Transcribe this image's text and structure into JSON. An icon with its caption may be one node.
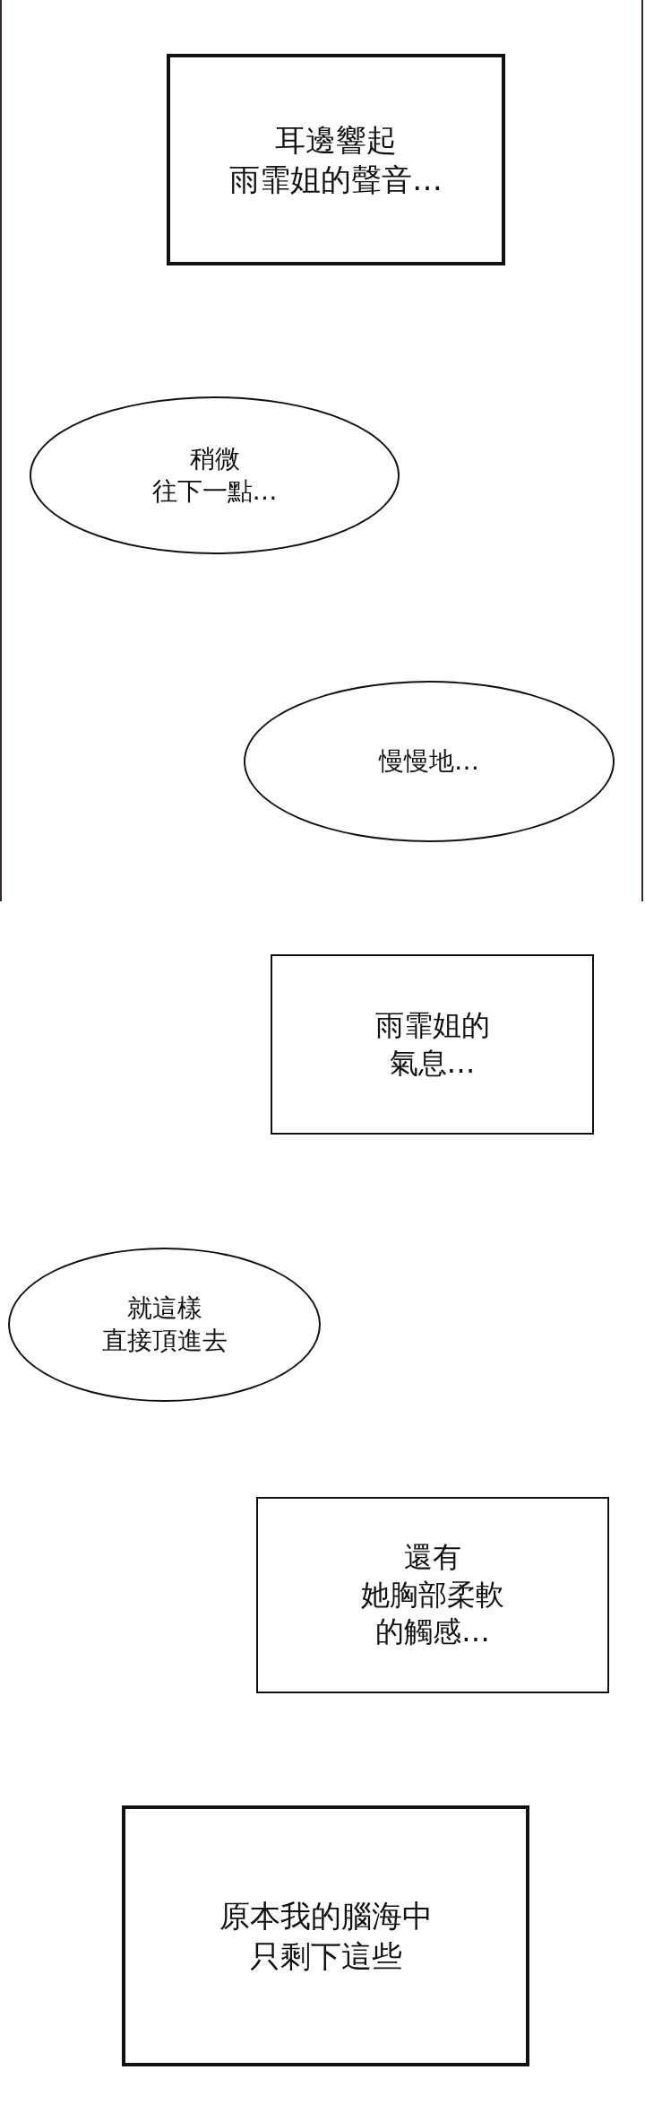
{
  "diagram": {
    "nodes": [
      {
        "text": [
          "耳邊響起雨霏姐的聲音…"
        ]
      },
      {
        "text": [
          "稍微往下一點…"
        ]
      },
      {
        "text": [
          "慢慢地…"
        ]
      },
      {
        "text": [
          "雨霏姐的氣息…"
        ]
      },
      {
        "text": [
          "就這樣直接頂進去"
        ]
      },
      {
        "text": [
          "還有她胸部柔軟的觸感…"
        ]
      },
      {
        "text": [
          "原本我的腦海中只剩下這些"
        ]
      }
    ],
    "edges": []
  }
}
